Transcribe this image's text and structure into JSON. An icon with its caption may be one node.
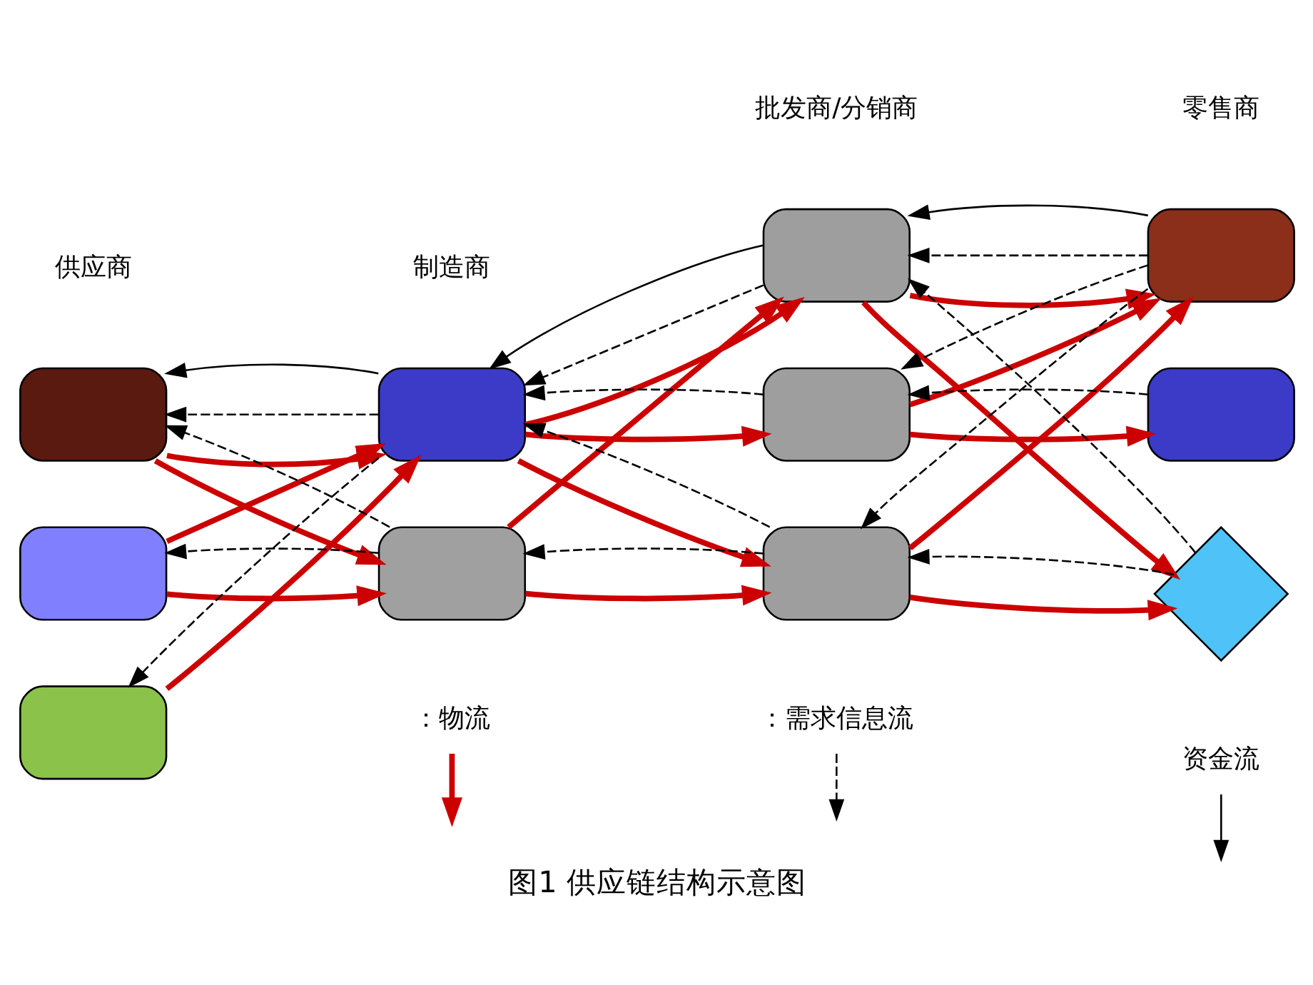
{
  "diagram": {
    "caption": "图1 供应链结构示意图",
    "nodes": [
      {
        "text": [],
        "shape": "box"
      },
      {
        "text": [],
        "shape": "box"
      },
      {
        "text": [],
        "shape": "box"
      },
      {
        "text": [],
        "shape": "box"
      },
      {
        "text": [],
        "shape": "box"
      },
      {
        "text": [],
        "shape": "box"
      },
      {
        "text": [],
        "shape": "box"
      },
      {
        "text": [],
        "shape": "box"
      },
      {
        "text": [],
        "shape": "box"
      },
      {
        "text": [],
        "shape": "box"
      },
      {
        "text": [],
        "shape": "diamond"
      }
    ],
    "edges": [
      {
        "from": 0,
        "to": 3,
        "arrow": "to",
        "style": "thick",
        "color": "#cc0000"
      },
      {
        "from": 0,
        "to": 4,
        "arrow": "to",
        "style": "thick",
        "color": "#cc0000"
      },
      {
        "from": 1,
        "to": 3,
        "arrow": "to",
        "style": "thick",
        "color": "#cc0000"
      },
      {
        "from": 1,
        "to": 4,
        "arrow": "to",
        "style": "thick",
        "color": "#cc0000"
      },
      {
        "from": 2,
        "to": 3,
        "arrow": "to",
        "style": "thick",
        "color": "#cc0000"
      },
      {
        "from": 3,
        "to": 5,
        "arrow": "to",
        "style": "thick",
        "color": "#cc0000"
      },
      {
        "from": 3,
        "to": 6,
        "arrow": "to",
        "style": "thick",
        "color": "#cc0000"
      },
      {
        "from": 3,
        "to": 7,
        "arrow": "to",
        "style": "thick",
        "color": "#cc0000"
      },
      {
        "from": 4,
        "to": 5,
        "arrow": "to",
        "style": "thick",
        "color": "#cc0000"
      },
      {
        "from": 4,
        "to": 7,
        "arrow": "to",
        "style": "thick",
        "color": "#cc0000"
      },
      {
        "from": 5,
        "to": 8,
        "arrow": "to",
        "style": "thick",
        "color": "#cc0000"
      },
      {
        "from": 5,
        "to": 10,
        "arrow": "to",
        "style": "thick",
        "color": "#cc0000"
      },
      {
        "from": 6,
        "to": 9,
        "arrow": "to",
        "style": "thick",
        "color": "#cc0000"
      },
      {
        "from": 6,
        "to": 8,
        "arrow": "to",
        "style": "thick",
        "color": "#cc0000"
      },
      {
        "from": 7,
        "to": 8,
        "arrow": "to",
        "style": "thick",
        "color": "#cc0000"
      },
      {
        "from": 7,
        "to": 10,
        "arrow": "to",
        "style": "thick",
        "color": "#cc0000"
      },
      {
        "from": 3,
        "to": 0,
        "arrow": "to",
        "style": "dashed",
        "color": "#000000"
      },
      {
        "from": 4,
        "to": 0,
        "arrow": "to",
        "style": "dashed",
        "color": "#000000"
      },
      {
        "from": 4,
        "to": 1,
        "arrow": "to",
        "style": "dashed",
        "color": "#000000"
      },
      {
        "from": 3,
        "to": 2,
        "arrow": "to",
        "style": "dashed",
        "color": "#000000"
      },
      {
        "from": 5,
        "to": 3,
        "arrow": "to",
        "style": "dashed",
        "color": "#000000"
      },
      {
        "from": 6,
        "to": 3,
        "arrow": "to",
        "style": "dashed",
        "color": "#000000"
      },
      {
        "from": 7,
        "to": 3,
        "arrow": "to",
        "style": "dashed",
        "color": "#000000"
      },
      {
        "from": 7,
        "to": 4,
        "arrow": "to",
        "style": "dashed",
        "color": "#000000"
      },
      {
        "from": 8,
        "to": 5,
        "arrow": "to",
        "style": "dashed",
        "color": "#000000"
      },
      {
        "from": 8,
        "to": 6,
        "arrow": "to",
        "style": "dashed",
        "color": "#000000"
      },
      {
        "from": 8,
        "to": 7,
        "arrow": "to",
        "style": "dashed",
        "color": "#000000"
      },
      {
        "from": 9,
        "to": 6,
        "arrow": "to",
        "style": "dashed",
        "color": "#000000"
      },
      {
        "from": 10,
        "to": 5,
        "arrow": "to",
        "style": "dashed",
        "color": "#000000"
      },
      {
        "from": 10,
        "to": 7,
        "arrow": "to",
        "style": "dashed",
        "color": "#000000"
      },
      {
        "from": 3,
        "to": 0,
        "arrow": "to",
        "color": "#000000"
      },
      {
        "from": 5,
        "to": 3,
        "arrow": "to",
        "color": "#000000"
      },
      {
        "from": 8,
        "to": 5,
        "arrow": "to",
        "color": "#000000"
      }
    ],
    "labels": [
      "供应商",
      "制造商",
      "批发商/分销商",
      "零售商"
    ],
    "legend": [
      {
        "text": "：物流"
      },
      {
        "text": "：需求信息流"
      },
      {
        "text": "资金流"
      }
    ]
  }
}
